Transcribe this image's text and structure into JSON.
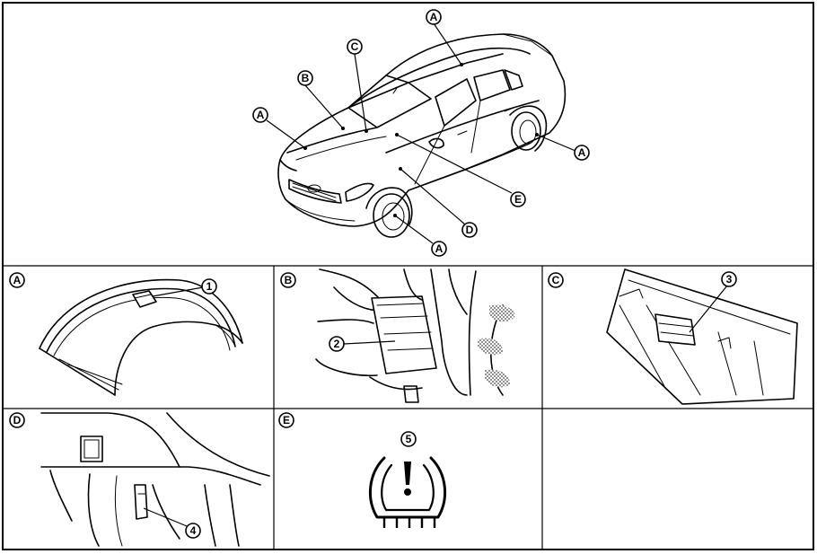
{
  "callouts_main": {
    "a_roof": "A",
    "a_hood": "A",
    "a_rear_wheel": "A",
    "a_front_wheel": "A",
    "b": "B",
    "c": "C",
    "d": "D",
    "e": "E"
  },
  "panels": [
    {
      "label": "A",
      "part_number": "1"
    },
    {
      "label": "B",
      "part_number": "2"
    },
    {
      "label": "C",
      "part_number": "3"
    },
    {
      "label": "D",
      "part_number": "4"
    },
    {
      "label": "E",
      "part_number": "5"
    }
  ],
  "colors": {
    "line": "#000000",
    "background": "#ffffff",
    "hatch": "#555555"
  }
}
